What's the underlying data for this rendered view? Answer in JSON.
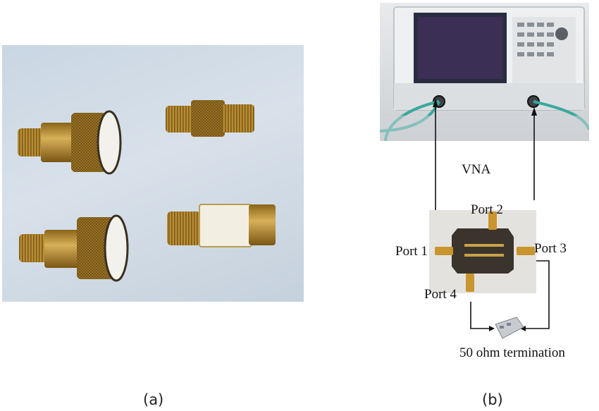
{
  "captions": {
    "a": "(a)",
    "b": "(b)"
  },
  "labels": {
    "vna": "VNA",
    "port1": "Port 1",
    "port2": "Port 2",
    "port3": "Port 3",
    "port4": "Port 4",
    "termination": "50 ohm termination"
  },
  "colors": {
    "brass": "#b8892e",
    "brass_dark": "#7a5716",
    "cable_teal": "#3aa89c",
    "pcb": "#3b342c",
    "wire": "#111111",
    "background_photo": "#cfdae5"
  },
  "icons": [
    "calibration-kit-photo",
    "vna-photo",
    "coupler-photo",
    "termination-load-photo"
  ]
}
